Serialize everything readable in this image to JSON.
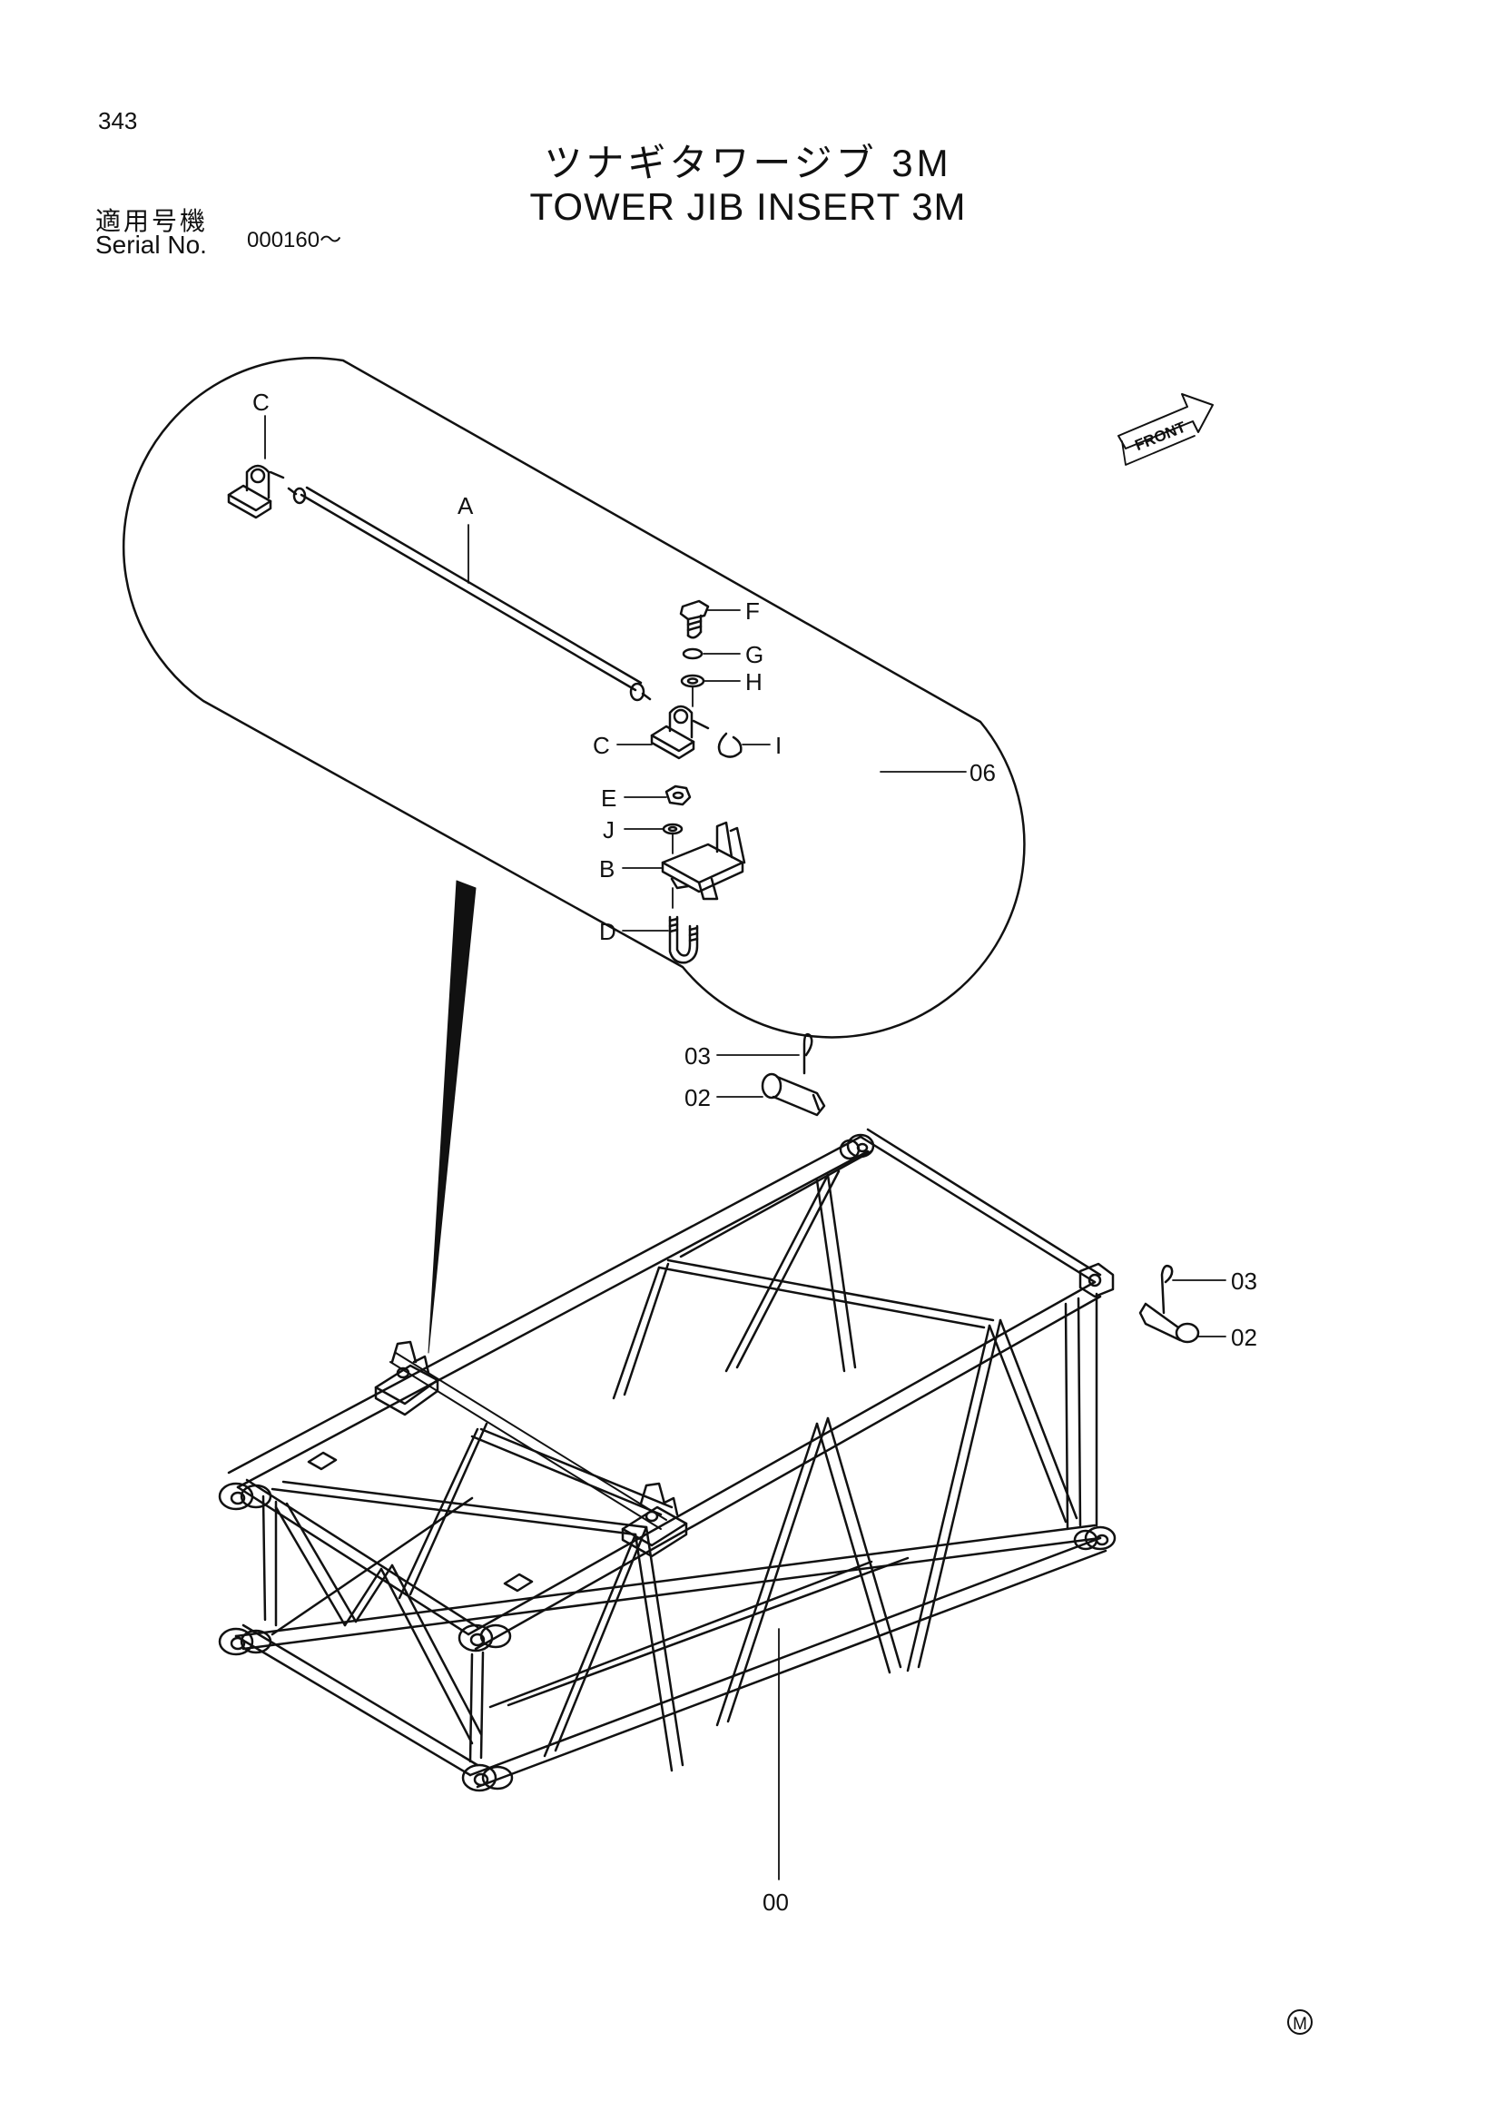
{
  "page_number": "343",
  "title_jp": "ツナギタワージブ 3M",
  "title_en": "TOWER JIB INSERT 3M",
  "serial": {
    "label_jp": "適用号機",
    "label_en": "Serial No.",
    "value": "000160～"
  },
  "front_label": "FRONT",
  "detail_callouts": {
    "c_top": "C",
    "a": "A",
    "f": "F",
    "g": "G",
    "h": "H",
    "c_bottom": "C",
    "i": "I",
    "e": "E",
    "j": "J",
    "b": "B",
    "d": "D"
  },
  "part_callouts": {
    "p06": "06",
    "p03_top": "03",
    "p02_top": "02",
    "p03_right": "03",
    "p02_right": "02",
    "p00": "00"
  },
  "mark": "M"
}
